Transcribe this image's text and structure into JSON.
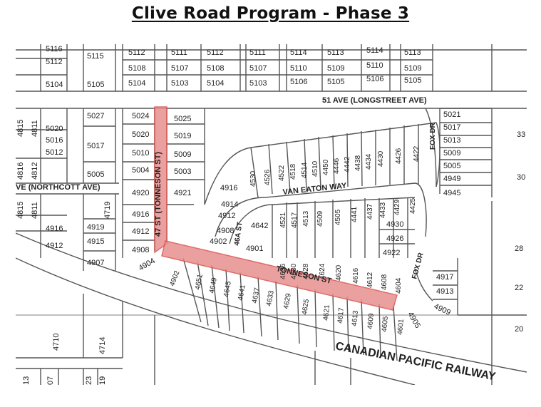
{
  "title": "Clive Road Program - Phase 3",
  "colors": {
    "highlight": "#e89090",
    "highlight_edge": "#d9534f",
    "lines": "#555555",
    "text": "#222222"
  },
  "streets": {
    "ave51": "51 AVE (LONGSTREET AVE)",
    "st47": "47 ST (TONNESON ST)",
    "tonneson": "TONNESON ST",
    "vaneaton": "VAN EATON WAY",
    "st46a": "46A ST",
    "foxdr_top": "FOX DR",
    "foxdr_bottom": "FOX DR",
    "northcott": "VE (NORTHCOTT AVE)",
    "cpr": "CANADIAN PACIFIC RAILWAY"
  },
  "parcels": {
    "row1": [
      "5116",
      "5112",
      "5115",
      "5112",
      "5111",
      "5112",
      "5111",
      "5114",
      "5113",
      "5114",
      "5113"
    ],
    "row2": [
      "5108",
      "5107",
      "5108",
      "5107",
      "5110",
      "5109",
      "5110",
      "5109"
    ],
    "row3": [
      "5104",
      "5105",
      "5104",
      "5103",
      "5104",
      "5103",
      "5106",
      "5105",
      "5106",
      "5105"
    ],
    "westcol_a": [
      "5020",
      "5016",
      "5012"
    ],
    "westcol_b": [
      "5027",
      "5017",
      "5005"
    ],
    "col_c": [
      "5024",
      "5020",
      "5010",
      "5004",
      "4920",
      "4916",
      "4912",
      "4908"
    ],
    "col_d": [
      "5025",
      "5019",
      "5009",
      "5003",
      "4921"
    ],
    "lower_left": [
      "4916",
      "4912",
      "4919",
      "4915",
      "4907"
    ],
    "vertical_left": [
      "4815",
      "4811",
      "4816",
      "4812",
      "4815",
      "4811",
      "4719",
      "4710",
      "4714"
    ],
    "vaneaton_north": [
      "4530",
      "4526",
      "4522",
      "4518",
      "4514",
      "4510",
      "4450",
      "4446",
      "4442",
      "4438",
      "4434",
      "4430",
      "4426",
      "4422"
    ],
    "vaneaton_south": [
      "4521",
      "4517",
      "4513",
      "4509",
      "4505",
      "4441",
      "4437",
      "4433",
      "4429",
      "4425"
    ],
    "inner_west": [
      "4916",
      "4914",
      "4912",
      "4908",
      "4902",
      "4642",
      "4901"
    ],
    "tonneson_north": [
      "4636",
      "4630",
      "4628",
      "4624",
      "4620",
      "4616",
      "4612",
      "4608",
      "4604"
    ],
    "tonneson_south": [
      "4902",
      "4651",
      "4649",
      "4645",
      "4641",
      "4637",
      "4633",
      "4629",
      "4625",
      "4621",
      "4617",
      "4613",
      "4609",
      "4605",
      "4601"
    ],
    "east_block": [
      "4930",
      "4926",
      "4922"
    ],
    "fox_east": [
      "5021",
      "5017",
      "5013",
      "5009",
      "5005",
      "4949",
      "4945"
    ],
    "far_east": [
      "4917",
      "4913",
      "4909",
      "4905",
      "4904"
    ],
    "edge_right": [
      "33",
      "30",
      "28",
      "22",
      "20"
    ],
    "bottom_row": [
      "13",
      "07",
      "23",
      "19"
    ]
  }
}
